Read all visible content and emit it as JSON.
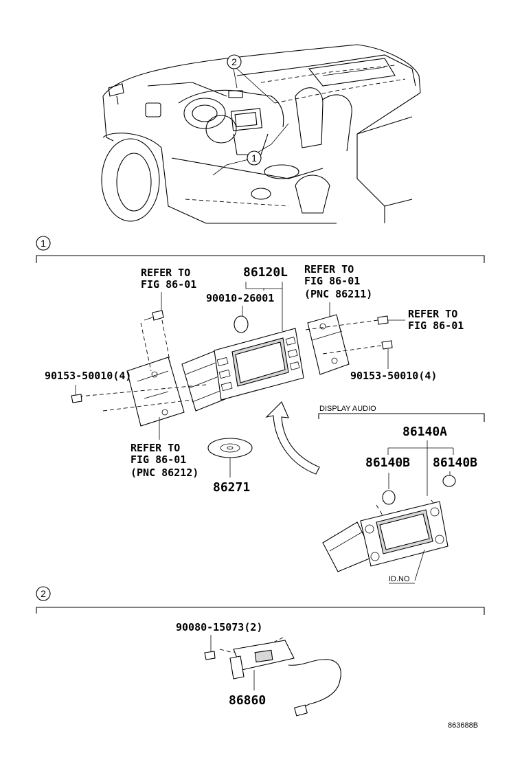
{
  "diagram_id": "863688B",
  "callouts": {
    "top_2": "2",
    "top_1": "1",
    "section_1": "1",
    "section_2": "2"
  },
  "section1": {
    "refer_left_line1": "REFER TO",
    "refer_left_line2": "FIG 86-01",
    "main_unit": "86120L",
    "knob": "90010-26001",
    "refer_right_top_line1": "REFER TO",
    "refer_right_top_line2": "FIG 86-01",
    "refer_right_top_line3": "(PNC 86211)",
    "refer_far_right_line1": "REFER TO",
    "refer_far_right_line2": "FIG 86-01",
    "screw_left": "90153-50010(4)",
    "screw_right": "90153-50010(4)",
    "refer_bottom_line1": "REFER TO",
    "refer_bottom_line2": "FIG 86-01",
    "refer_bottom_line3": "(PNC 86212)",
    "disc": "86271",
    "display_audio_label": "DISPLAY AUDIO",
    "display_unit": "86140A",
    "knob_left": "86140B",
    "knob_right": "86140B",
    "id_no": "ID.NO"
  },
  "section2": {
    "screw": "90080-15073(2)",
    "module": "86860"
  }
}
